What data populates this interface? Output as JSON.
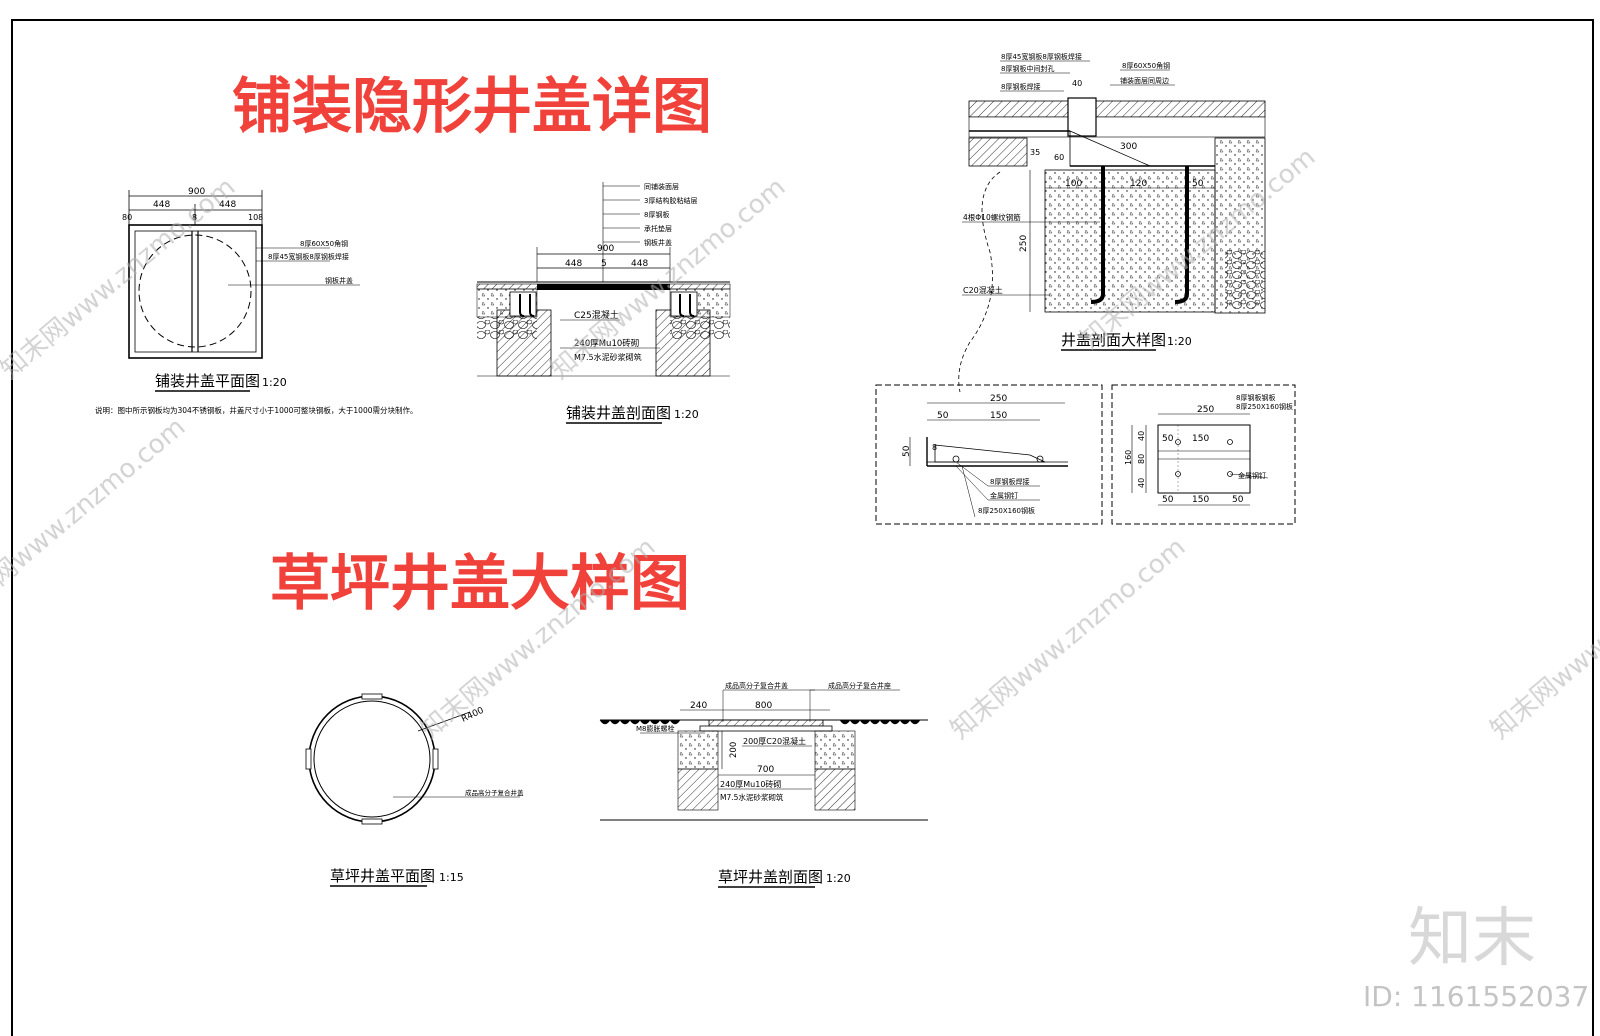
{
  "titles": {
    "paving": "铺装隐形井盖详图",
    "lawn": "草坪井盖大样图"
  },
  "colors": {
    "title_red": "#f0413a",
    "line": "#000000",
    "watermark": "#b0b0b0"
  },
  "paving_plan": {
    "dims": [
      "900",
      "448",
      "448",
      "80",
      "8",
      "108"
    ],
    "labels": [
      "8厚60X50角钢",
      "8厚45宽钢板8厚钢板焊接",
      "钢板井盖"
    ],
    "caption": "铺装井盖平面图",
    "scale": "1:20",
    "note": "说明：图中所示钢板均为304不锈钢板，井盖尺寸小于1000可整块钢板，大于1000需分块制作。"
  },
  "paving_section": {
    "dims": [
      "900",
      "448",
      "5",
      "448"
    ],
    "labels": [
      "同铺装面层",
      "3厚结构胶粘结层",
      "8厚钢板",
      "承托垫层",
      "钢板井盖"
    ],
    "layers": [
      "C25混凝土",
      "240厚Mu10砖砌",
      "M7.5水泥砂浆砌筑"
    ],
    "caption": "铺装井盖剖面图",
    "scale": "1:20"
  },
  "detail_section": {
    "top_labels": [
      "8厚45宽钢板8厚钢板焊接",
      "8厚钢板中间封孔",
      "8厚钢板焊接",
      "8厚60X50角钢",
      "铺装面层同周边"
    ],
    "dims": [
      "40",
      "300",
      "100",
      "120",
      "50",
      "250",
      "35",
      "60"
    ],
    "side_labels": [
      "4根Φ10螺纹钢筋",
      "C20混凝土"
    ],
    "caption": "井盖剖面大样图",
    "scale": "1:20"
  },
  "detail_a": {
    "dims": [
      "250",
      "50",
      "150",
      "50",
      "8"
    ],
    "labels": [
      "8厚钢板焊接",
      "金属钢钉",
      "8厚250X160钢板"
    ]
  },
  "detail_b": {
    "dims": [
      "250",
      "50",
      "150",
      "40",
      "80",
      "40",
      "160",
      "50",
      "150",
      "50"
    ],
    "labels": [
      "8厚钢板钢板",
      "8厚250X160钢板",
      "金属钢钉"
    ]
  },
  "lawn_plan": {
    "radius_label": "R400",
    "label": "成品高分子复合井盖",
    "caption": "草坪井盖平面图",
    "scale": "1:15"
  },
  "lawn_section": {
    "top_labels": [
      "成品高分子复合井盖",
      "成品高分子复合井座"
    ],
    "dims": [
      "240",
      "800",
      "200",
      "700"
    ],
    "labels": [
      "M8膨胀螺栓",
      "200厚C20混凝土",
      "240厚Mu10砖砌",
      "M7.5水泥砂浆砌筑"
    ],
    "caption": "草坪井盖剖面图",
    "scale": "1:20"
  },
  "watermark": {
    "logo": "知末",
    "id": "ID: 1161552037",
    "diagonal": "知末网www.znzmo.com"
  }
}
